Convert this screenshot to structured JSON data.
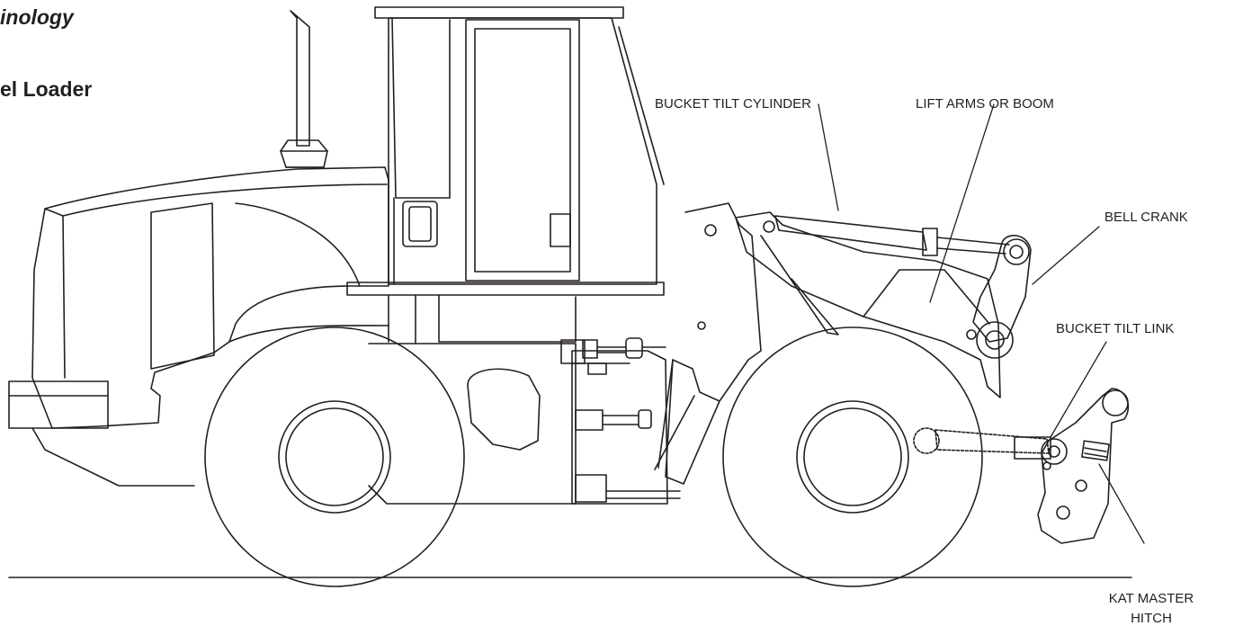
{
  "headings": {
    "line_1": "inology",
    "line_2": "el Loader"
  },
  "labels": {
    "bucket_tilt_cylinder": "BUCKET TILT CYLINDER",
    "lift_arms": "LIFT ARMS OR BOOM",
    "bell_crank": "BELL CRANK",
    "bucket_tilt_link": "BUCKET TILT LINK",
    "kat_master_hitch_line1": "KAT MASTER",
    "kat_master_hitch_line2": "HITCH"
  },
  "colors": {
    "line": "#231f20",
    "background": "#ffffff"
  }
}
